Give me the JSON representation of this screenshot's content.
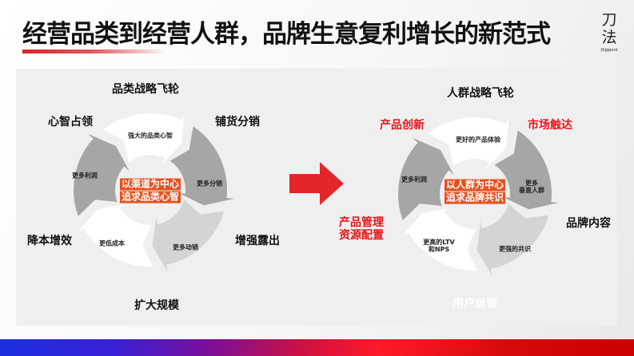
{
  "header": {
    "title": "经营品类到经营人群，品牌生意复利增长的新范式",
    "logo_chars": [
      "刀",
      "法"
    ],
    "logo_sub": "Digipont"
  },
  "colors": {
    "accent": "#e8141a",
    "center_bg": "#e8501e",
    "segment_dark": "#a6a6a6",
    "segment_light": "#d4d4d4",
    "segment_white": "#ffffff"
  },
  "left": {
    "title": "品类战略飞轮",
    "outer": {
      "top_left": "心智占领",
      "top_right": "铺货分销",
      "left": "降本增效",
      "right": "增强露出",
      "bottom": "扩大规模"
    },
    "segments": [
      "强大的品类心智",
      "更多分销",
      "更多动销",
      "更低成本",
      "更多利润"
    ],
    "center": [
      "以渠道为中心",
      "追求品类心智"
    ]
  },
  "arrow_icon": "right-arrow",
  "right": {
    "title": "人群战略飞轮",
    "outer": {
      "top_left": "产品创新",
      "top_right": "市场触达",
      "left": [
        "产品管理",
        "资源配置"
      ],
      "right": "品牌内容",
      "bottom": "用户运营"
    },
    "segments": [
      "更好的产品体验",
      [
        "更多",
        "垂直人群"
      ],
      "更强的共识",
      [
        "更高的LTV",
        "和NPS"
      ],
      "更多利润"
    ],
    "center": [
      "以人群为中心",
      "追求品牌共识"
    ]
  }
}
